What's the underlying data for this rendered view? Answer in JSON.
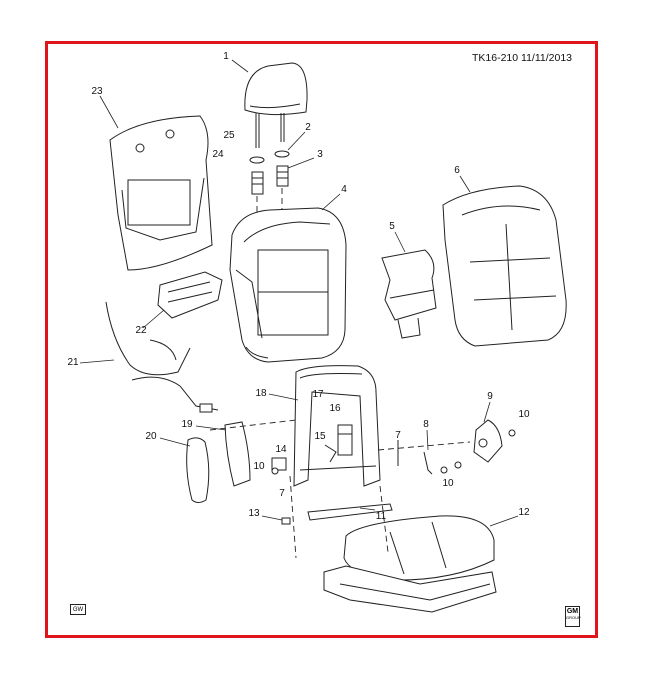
{
  "diagram": {
    "header_code": "TK16-210  11/11/2013",
    "logos": {
      "left_badge": "GW",
      "right_badge_top": "GM",
      "right_badge_bottom": "GROUP"
    },
    "callouts": [
      {
        "id": "c1",
        "label": "1"
      },
      {
        "id": "c2",
        "label": "2"
      },
      {
        "id": "c3",
        "label": "3"
      },
      {
        "id": "c4",
        "label": "4"
      },
      {
        "id": "c5",
        "label": "5"
      },
      {
        "id": "c6",
        "label": "6"
      },
      {
        "id": "c7a",
        "label": "7"
      },
      {
        "id": "c7b",
        "label": "7"
      },
      {
        "id": "c8",
        "label": "8"
      },
      {
        "id": "c9",
        "label": "9"
      },
      {
        "id": "c10a",
        "label": "10"
      },
      {
        "id": "c10b",
        "label": "10"
      },
      {
        "id": "c10c",
        "label": "10"
      },
      {
        "id": "c11",
        "label": "11"
      },
      {
        "id": "c12",
        "label": "12"
      },
      {
        "id": "c13",
        "label": "13"
      },
      {
        "id": "c14",
        "label": "14"
      },
      {
        "id": "c15",
        "label": "15"
      },
      {
        "id": "c16",
        "label": "16"
      },
      {
        "id": "c17",
        "label": "17"
      },
      {
        "id": "c18",
        "label": "18"
      },
      {
        "id": "c19",
        "label": "19"
      },
      {
        "id": "c20",
        "label": "20"
      },
      {
        "id": "c21",
        "label": "21"
      },
      {
        "id": "c22",
        "label": "22"
      },
      {
        "id": "c23",
        "label": "23"
      },
      {
        "id": "c24",
        "label": "24"
      },
      {
        "id": "c25",
        "label": "25"
      }
    ]
  },
  "colors": {
    "frame": "#e0141b",
    "line": "#222222",
    "background": "#ffffff"
  }
}
